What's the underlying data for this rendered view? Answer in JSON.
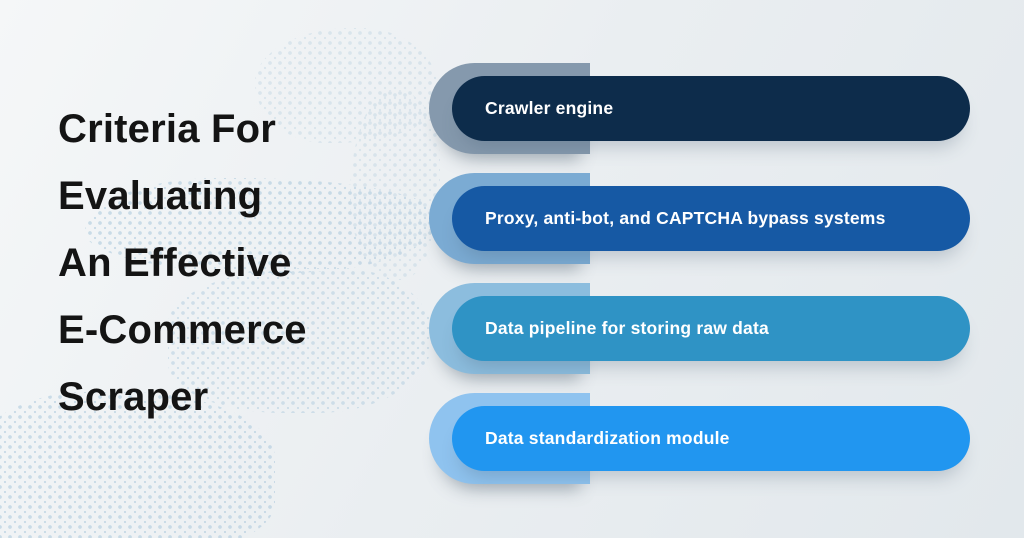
{
  "title": {
    "lines": [
      "Criteria For",
      "Evaluating",
      "An Effective",
      "E-Commerce",
      "Scraper"
    ]
  },
  "items": [
    {
      "label": "Crawler engine",
      "pill_color": "#0d2c4b",
      "tab_color": "#8599ad"
    },
    {
      "label": "Proxy, anti-bot, and CAPTCHA bypass systems",
      "pill_color": "#1659a4",
      "tab_color": "#7babd3"
    },
    {
      "label": "Data pipeline for storing raw data",
      "pill_color": "#2f93c5",
      "tab_color": "#8cbdde"
    },
    {
      "label": "Data standardization module",
      "pill_color": "#2196f0",
      "tab_color": "#8fc3ef"
    }
  ],
  "colors": {
    "bg1": "#f5f7f8",
    "bg2": "#eaeef1",
    "bg3": "#e2e8ec",
    "dots": "#a9c8dc",
    "title_text": "#141414",
    "pill_text": "#ffffff"
  }
}
